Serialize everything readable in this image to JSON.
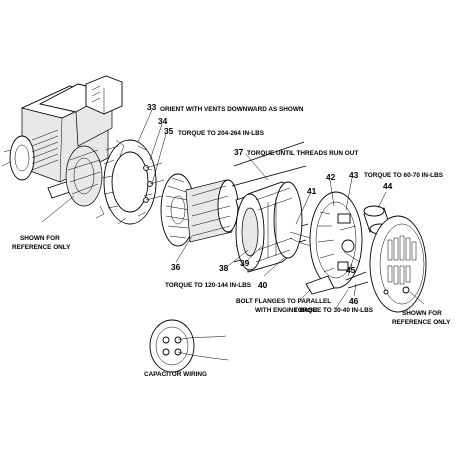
{
  "callouts": {
    "n33": "33",
    "n34": "34",
    "n35": "35",
    "n36": "36",
    "n37": "37",
    "n38": "38",
    "n39": "39",
    "n40": "40",
    "n41": "41",
    "n42": "42",
    "n43": "43",
    "n44": "44",
    "n45": "45",
    "n46": "46"
  },
  "notes": {
    "orient_vents": "ORIENT WITH VENTS DOWNWARD AS SHOWN",
    "torque_204_264": "TORQUE TO 204-264 IN-LBS",
    "torque_threads": "TORQUE UNTIL THREADS RUN OUT",
    "torque_60_70": "TORQUE TO 60-70 IN-LBS",
    "torque_120_144": "TORQUE TO 120-144 IN-LBS",
    "bolt_flanges_1": "BOLT FLANGES TO PARALLEL",
    "bolt_flanges_2": "WITH ENGINE BASE",
    "torque_30_40": "TORQUE TO 30-40 IN-LBS",
    "shown_ref_left_1": "SHOWN FOR",
    "shown_ref_left_2": "REFERENCE ONLY",
    "shown_ref_right_1": "SHOWN FOR",
    "shown_ref_right_2": "REFERENCE ONLY",
    "capacitor_wiring": "CAPACITOR WIRING"
  }
}
